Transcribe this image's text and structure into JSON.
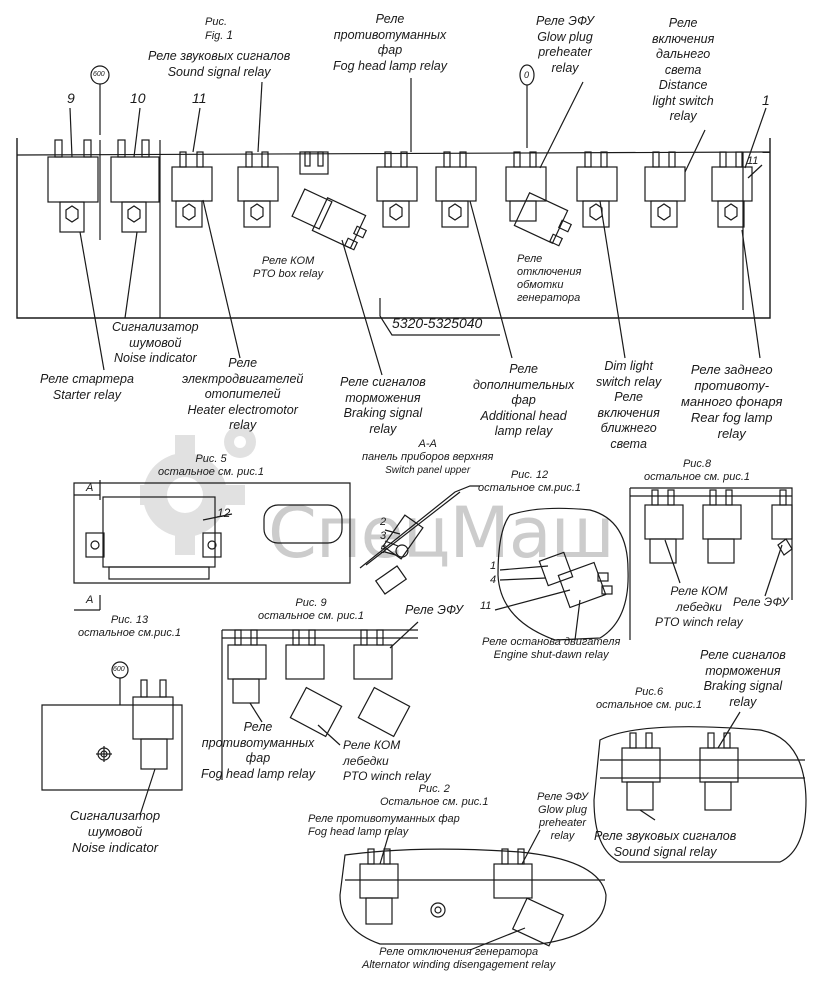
{
  "watermark": {
    "text": "СпецМаш",
    "color": "#8a8a8a"
  },
  "section_code": "5320-5325040",
  "figures": {
    "fig1": {
      "ru": "Рис.",
      "en": "Fig.",
      "num": "1"
    },
    "fig5": {
      "title": "Рис. 5",
      "rest": "остальное см. рис.1"
    },
    "fig13": {
      "title": "Рис. 13",
      "rest": "остальное см.рис.1"
    },
    "fig9": {
      "title": "Рис. 9",
      "rest": "остальное см. рис.1"
    },
    "fig12": {
      "title": "Рис. 12",
      "rest": "остальное см.рис.1"
    },
    "fig8": {
      "title": "Рис.8",
      "rest": "остальное см. рис.1"
    },
    "fig6": {
      "title": "Рис.6",
      "rest": "остальное см. рис.1"
    },
    "fig2": {
      "title": "Рис. 2",
      "rest": "Остальное см. рис.1"
    },
    "section_aa": {
      "title": "А-А",
      "ru": "панель приборов верхняя",
      "en": "Switch panel upper"
    }
  },
  "markers": {
    "m600a": "600",
    "m0": "0",
    "m600b": "600"
  },
  "callouts": {
    "n9": "9",
    "n10": "10",
    "n11a": "11",
    "n1": "1",
    "n11b": "11",
    "n12": "12",
    "n2": "2",
    "n3": "3",
    "n5": "5",
    "n1b": "1",
    "n4": "4",
    "n11c": "11",
    "A1": "А",
    "A2": "А"
  },
  "labels": {
    "sound_top": {
      "ru": "Реле звуковых сигналов",
      "en": "Sound signal relay"
    },
    "fog_top": {
      "ru1": "Реле",
      "ru2": "противотуманных",
      "ru3": "фар",
      "en": "Fog head lamp relay"
    },
    "efu_top": {
      "ru": "Реле ЭФУ",
      "en1": "Glow plug",
      "en2": "preheater",
      "en3": "relay"
    },
    "distance": {
      "ru1": "Реле",
      "ru2": "включения",
      "ru3": "дальнего",
      "ru4": "света",
      "en1": "Distance",
      "en2": "light switch",
      "en3": "relay"
    },
    "pto_box": {
      "ru": "Реле КОМ",
      "en": "PTO box relay"
    },
    "gen_off": {
      "ru1": "Реле",
      "ru2": "отключения",
      "ru3": "обмотки",
      "ru4": "генератора"
    },
    "noise_top": {
      "ru1": "Сигнализатор",
      "ru2": "шумовой",
      "en": "Noise indicator"
    },
    "starter": {
      "ru": "Реле стартера",
      "en": "Starter relay"
    },
    "heater": {
      "ru1": "Реле",
      "ru2": "электродвигателей",
      "ru3": "отопителей",
      "en1": "Heater electromotor",
      "en2": "relay"
    },
    "braking_mid": {
      "ru1": "Реле сигналов",
      "ru2": "торможения",
      "en1": "Braking signal",
      "en2": "relay"
    },
    "additional": {
      "ru1": "Реле",
      "ru2": "дополнительных",
      "ru3": "фар",
      "en1": "Additional head",
      "en2": "lamp relay"
    },
    "dim": {
      "en1": "Dim light",
      "en2": "switch relay",
      "ru1": "Реле",
      "ru2": "включения",
      "ru3": "ближнего",
      "ru4": "света"
    },
    "rear_fog": {
      "ru1": "Реле заднего",
      "ru2": "противоту-",
      "ru3": "манного фонаря",
      "en1": "Rear fog lamp",
      "en2": "relay"
    },
    "efu_9": {
      "ru": "Реле ЭФУ"
    },
    "fog_9": {
      "ru1": "Реле",
      "ru2": "противотуманных",
      "ru3": "фар",
      "en": "Fog head lamp relay"
    },
    "pto_winch_9": {
      "ru1": "Реле КОМ",
      "ru2": "лебедки",
      "en": "PTO winch relay"
    },
    "engine_stop": {
      "ru": "Реле останова двигателя",
      "en": "Engine shut-dawn relay"
    },
    "pto_winch_8": {
      "ru1": "Реле КОМ",
      "ru2": "лебедки",
      "en": "PTO winch relay"
    },
    "efu_8": {
      "ru": "Реле ЭФУ"
    },
    "braking_6": {
      "ru1": "Реле сигналов",
      "ru2": "торможения",
      "en1": "Braking signal",
      "en2": "relay"
    },
    "sound_6": {
      "ru": "Реле звуковых сигналов",
      "en": "Sound signal relay"
    },
    "noise_13": {
      "ru1": "Сигнализатор",
      "ru2": "шумовой",
      "en": "Noise indicator"
    },
    "fog_2": {
      "ru": "Реле противотуманных фар",
      "en": "Fog head lamp relay"
    },
    "efu_2": {
      "ru": "Реле ЭФУ",
      "en1": "Glow plug",
      "en2": "preheater",
      "en3": "relay"
    },
    "alt_2": {
      "ru": "Реле отключения генератора",
      "en": "Alternator winding disengagement relay"
    }
  }
}
